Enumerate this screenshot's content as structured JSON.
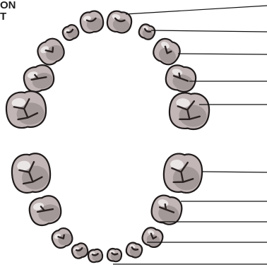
{
  "heading_fragment": [
    "ON",
    "T"
  ],
  "colors": {
    "tooth": "#c2b6b6",
    "tooth_outline": "#1f1a1a",
    "leader_line": "#111111"
  },
  "upper_arch": {
    "teeth": [
      {
        "name": "upper-right-central-incisor"
      },
      {
        "name": "upper-left-central-incisor"
      },
      {
        "name": "upper-right-lateral-incisor"
      },
      {
        "name": "upper-left-lateral-incisor"
      },
      {
        "name": "upper-right-canine"
      },
      {
        "name": "upper-left-canine"
      },
      {
        "name": "upper-right-first-premolar"
      },
      {
        "name": "upper-left-first-premolar"
      },
      {
        "name": "upper-right-second-premolar"
      },
      {
        "name": "upper-left-second-premolar"
      }
    ]
  },
  "lower_arch": {
    "teeth": [
      {
        "name": "lower-right-second-molar"
      },
      {
        "name": "lower-left-second-molar"
      },
      {
        "name": "lower-right-first-molar"
      },
      {
        "name": "lower-left-first-molar"
      },
      {
        "name": "lower-right-canine"
      },
      {
        "name": "lower-left-canine"
      },
      {
        "name": "lower-right-lateral-incisor"
      },
      {
        "name": "lower-left-lateral-incisor"
      },
      {
        "name": "lower-right-central-incisor"
      },
      {
        "name": "lower-left-central-incisor"
      }
    ]
  },
  "label_lines": [
    {
      "name": "label-line-1"
    },
    {
      "name": "label-line-2"
    },
    {
      "name": "label-line-3"
    },
    {
      "name": "label-line-4"
    },
    {
      "name": "label-line-5"
    },
    {
      "name": "label-line-6"
    },
    {
      "name": "label-line-7"
    },
    {
      "name": "label-line-8"
    },
    {
      "name": "label-line-9"
    },
    {
      "name": "label-line-10"
    }
  ]
}
